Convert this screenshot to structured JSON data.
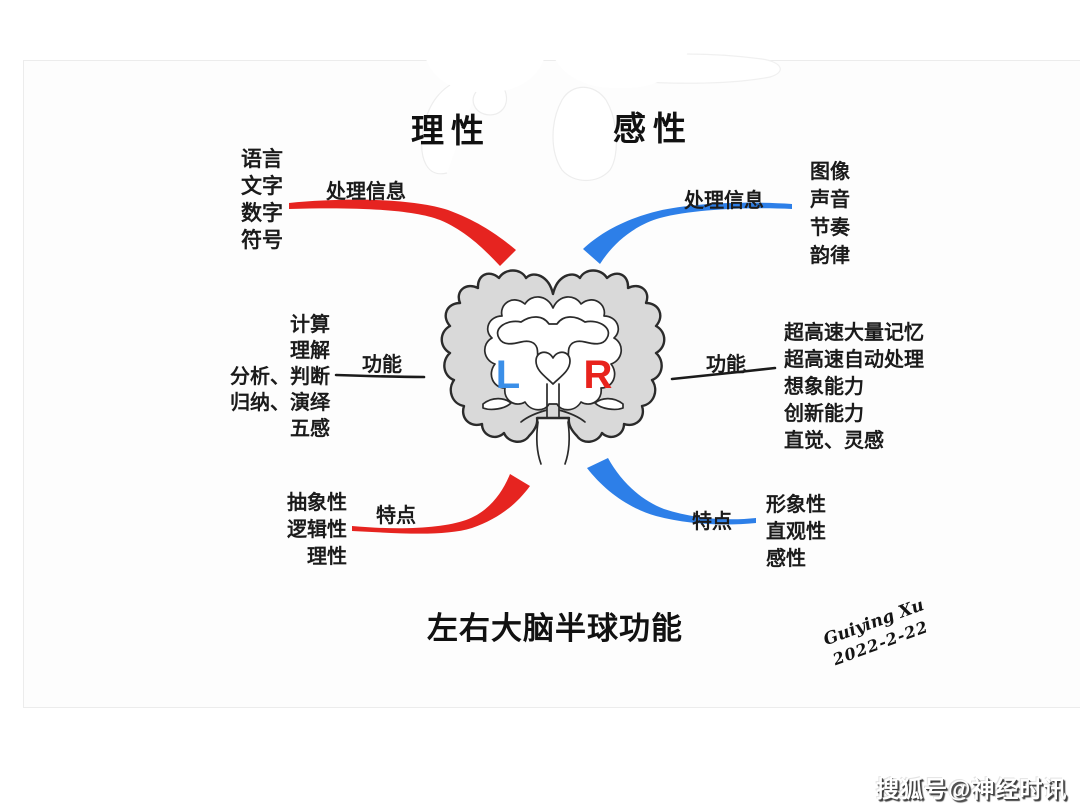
{
  "colors": {
    "red": "#e62420",
    "blue": "#2d7fe8",
    "ink": "#1b1b1b",
    "l_letter": "#3b8fe8",
    "r_letter": "#e8231d",
    "brain_fill": "#d9d9d9",
    "brain_stroke": "#2b2b2b"
  },
  "titles": {
    "left": "理性",
    "right": "感性",
    "bottom": "左右大脑半球功能"
  },
  "brain": {
    "left_letter": "L",
    "right_letter": "R"
  },
  "left": {
    "process": {
      "label": "处理信息",
      "items": [
        "语言",
        "文字",
        "数字",
        "符号"
      ]
    },
    "function": {
      "label": "功能",
      "items": [
        "计算",
        "理解",
        "分析、判断",
        "归纳、演绎",
        "五感"
      ]
    },
    "trait": {
      "label": "特点",
      "items": [
        "抽象性",
        "逻辑性",
        "理性"
      ]
    }
  },
  "right": {
    "process": {
      "label": "处理信息",
      "items": [
        "图像",
        "声音",
        "节奏",
        "韵律"
      ]
    },
    "function": {
      "label": "功能",
      "items": [
        "超高速大量记忆",
        "超高速自动处理",
        "想象能力",
        "创新能力",
        "直觉、灵感"
      ]
    },
    "trait": {
      "label": "特点",
      "items": [
        "形象性",
        "直观性",
        "感性"
      ]
    }
  },
  "signature": {
    "line1": "Guiying Xu",
    "line2": "2022-2-22"
  },
  "watermark": "搜狐号@神经时讯"
}
